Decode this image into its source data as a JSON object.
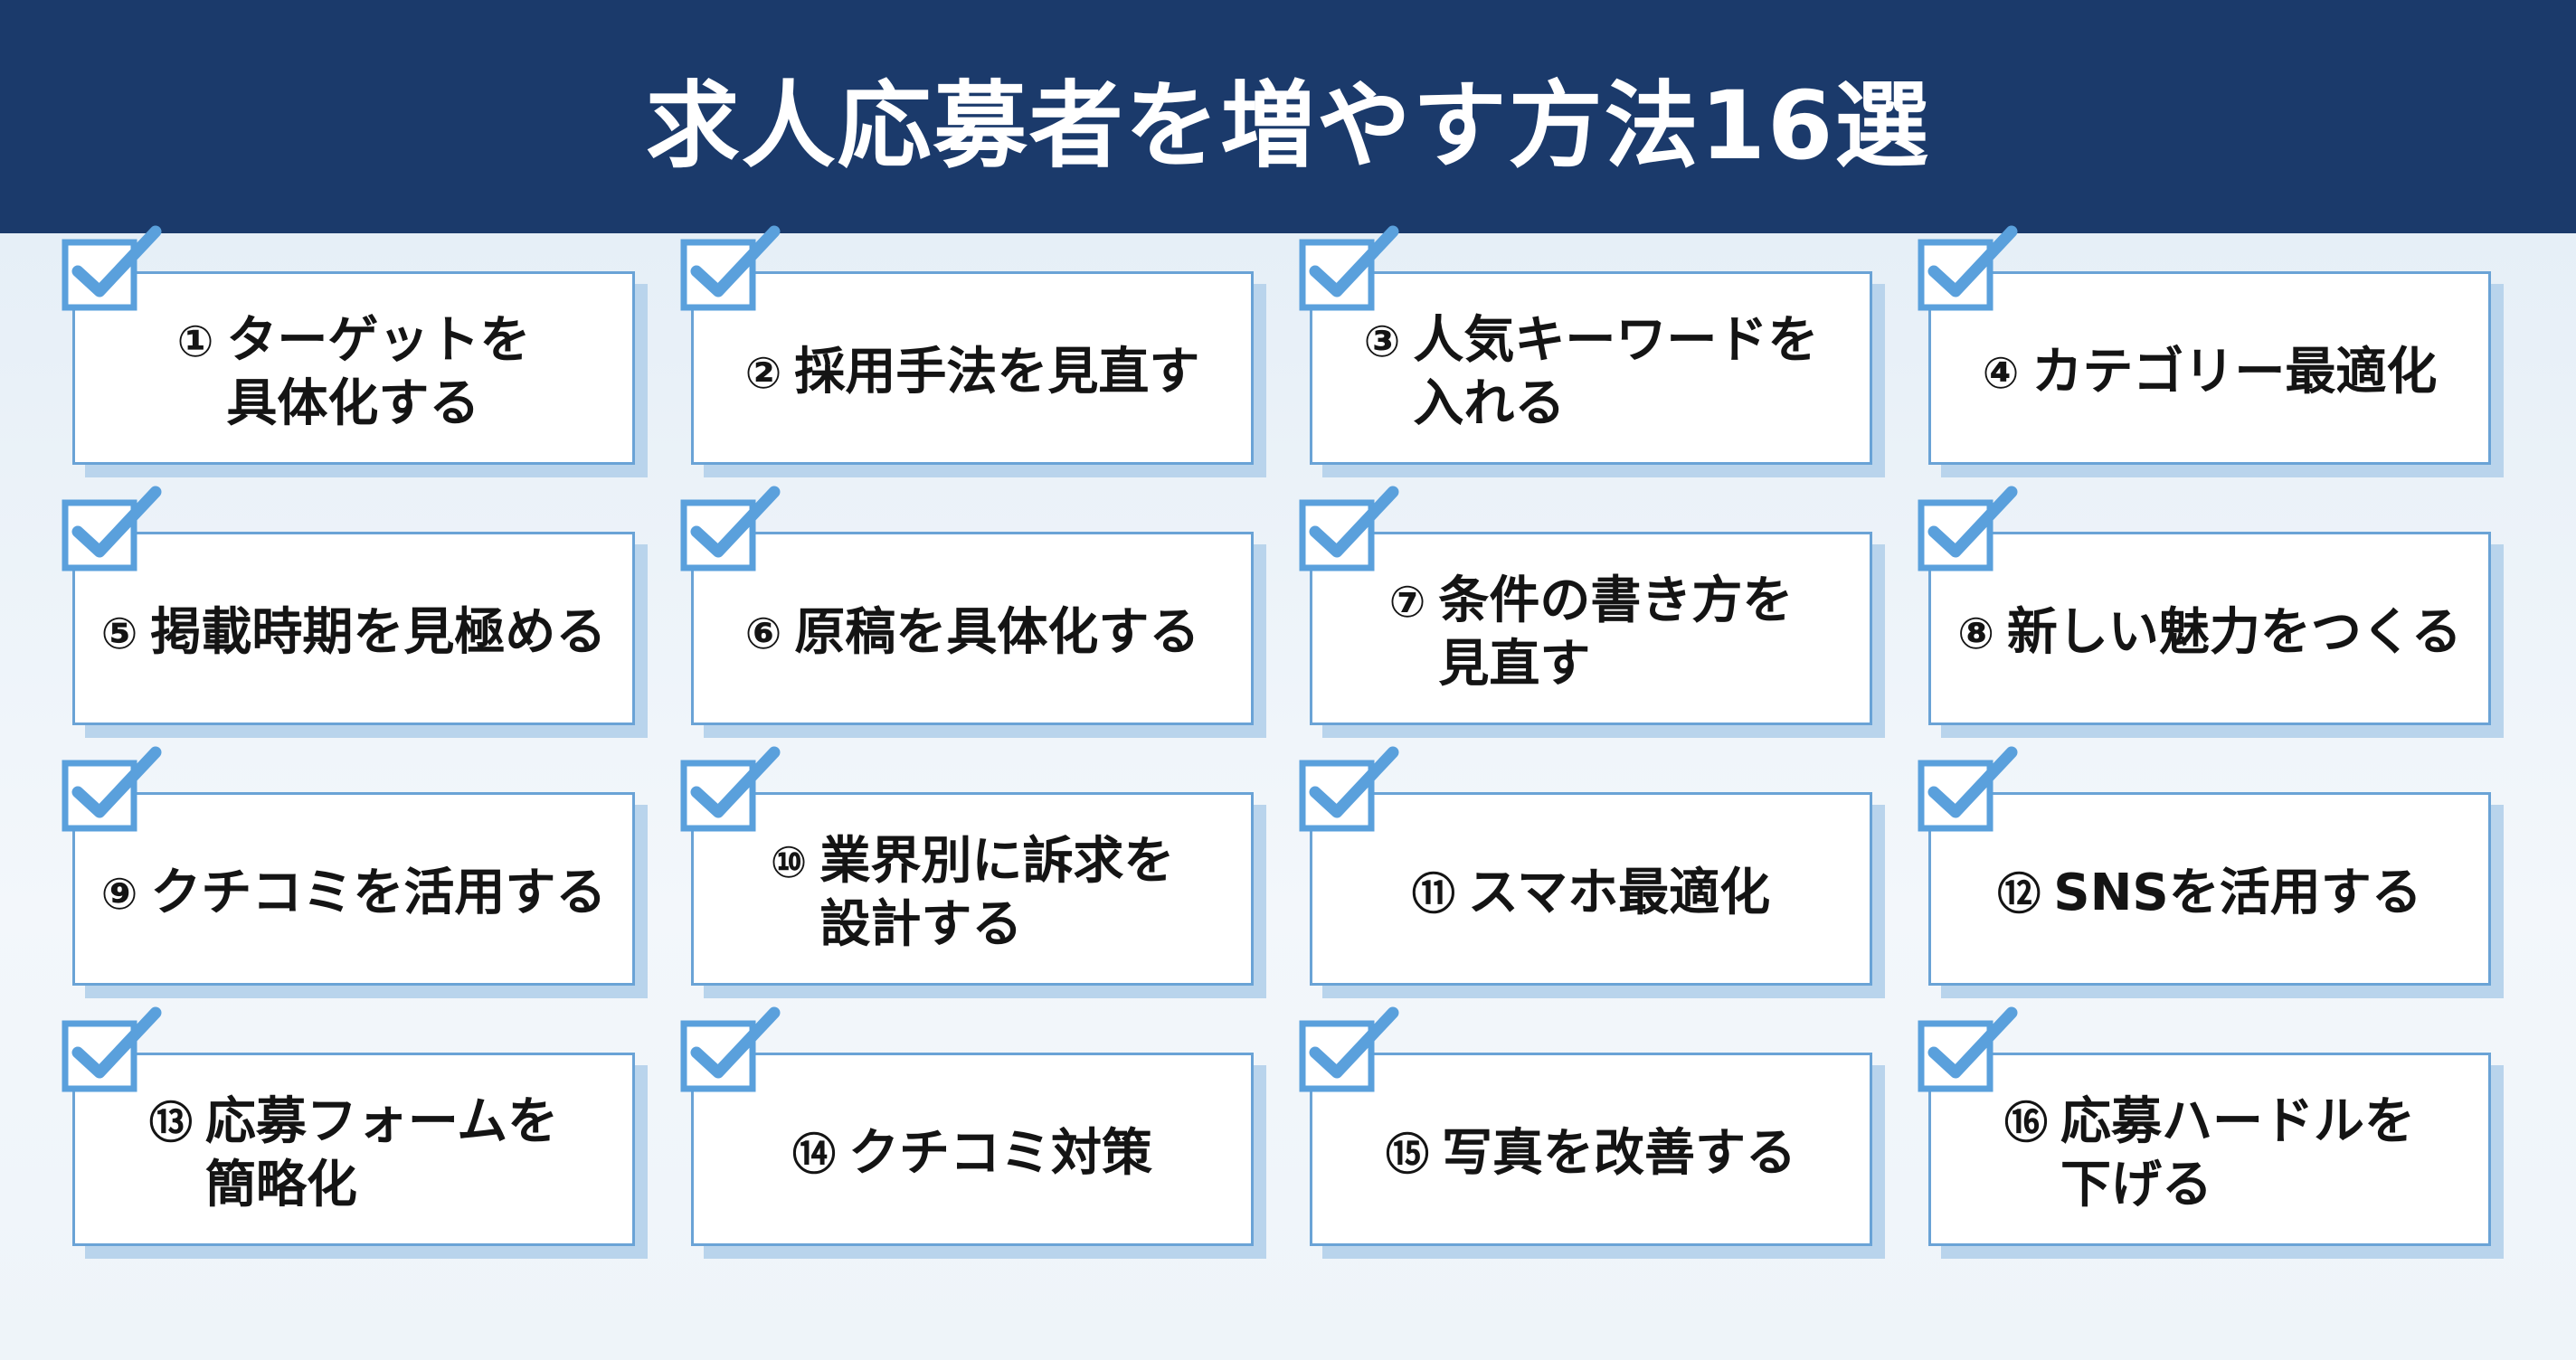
{
  "title": "求人応募者を増やす方法16選",
  "items": [
    {
      "num": "①",
      "text": "ターゲットを\n具体化する"
    },
    {
      "num": "②",
      "text": "採用手法を見直す"
    },
    {
      "num": "③",
      "text": "人気キーワードを\n入れる"
    },
    {
      "num": "④",
      "text": "カテゴリー最適化"
    },
    {
      "num": "⑤",
      "text": "掲載時期を見極める"
    },
    {
      "num": "⑥",
      "text": "原稿を具体化する"
    },
    {
      "num": "⑦",
      "text": "条件の書き方を\n見直す"
    },
    {
      "num": "⑧",
      "text": "新しい魅力をつくる"
    },
    {
      "num": "⑨",
      "text": "クチコミを活用する"
    },
    {
      "num": "⑩",
      "text": "業界別に訴求を\n設計する"
    },
    {
      "num": "⑪",
      "text": "スマホ最適化"
    },
    {
      "num": "⑫",
      "text": "SNSを活用する"
    },
    {
      "num": "⑬",
      "text": "応募フォームを\n簡略化"
    },
    {
      "num": "⑭",
      "text": "クチコミ対策"
    },
    {
      "num": "⑮",
      "text": "写真を改善する"
    },
    {
      "num": "⑯",
      "text": "応募ハードルを\n下げる"
    }
  ],
  "colors": {
    "header_bg": "#1b3a6b",
    "check": "#5aa0dc",
    "card_border": "#6aa3d6"
  }
}
